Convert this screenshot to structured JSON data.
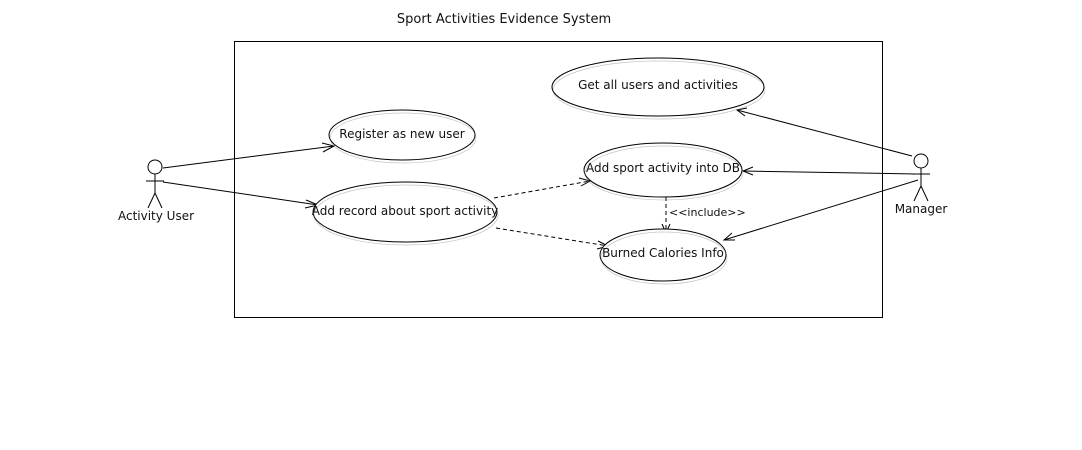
{
  "diagram": {
    "title": "Sport Activities Evidence System",
    "actors": {
      "activity_user": "Activity User",
      "manager": "Manager"
    },
    "use_cases": {
      "register": "Register as new user",
      "add_record": "Add record about sport activity",
      "get_all": "Get all users and activities",
      "add_activity_db": "Add sport activity into DB",
      "burned_calories": "Burned Calories Info"
    },
    "stereotypes": {
      "include": "<<include>>"
    }
  }
}
